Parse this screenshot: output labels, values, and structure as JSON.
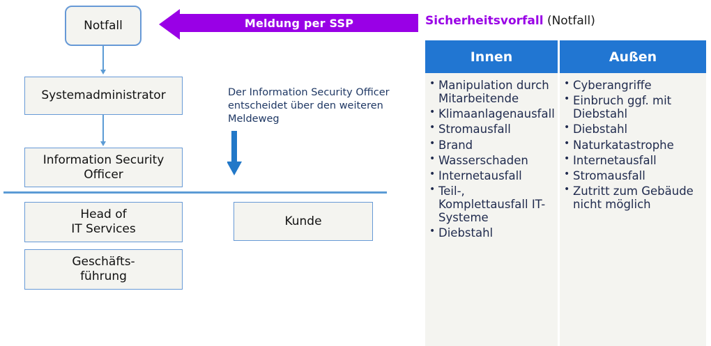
{
  "flowchart": {
    "boxes": [
      {
        "id": "notfall",
        "label": "Notfall"
      },
      {
        "id": "sysadmin",
        "label": "Systemadministrator"
      },
      {
        "id": "iso",
        "label": "Information Security\nOfficer"
      },
      {
        "id": "headofit",
        "label": "Head of\nIT Services"
      },
      {
        "id": "geschaeft",
        "label": "Geschäfts-\nführung"
      },
      {
        "id": "kunde",
        "label": "Kunde"
      }
    ],
    "note": "Der Information Security Officer entscheidet über den weiteren Meldeweg",
    "banner_label": "Meldung per SSP",
    "colors": {
      "box_fill": "#f4f4f0",
      "box_border": "#6699d6",
      "connector": "#5b9bd5",
      "banner": "#9900e6",
      "note_arrow": "#2278c8",
      "note_text": "#1f3864"
    }
  },
  "table": {
    "heading_strong": "Sicherheitsvorfall",
    "heading_rest": " (Notfall)",
    "columns": [
      {
        "header": "Innen",
        "items": [
          "Manipulation durch Mitarbeitende",
          "Klimaanlagenausfall",
          "Stromausfall",
          "Brand",
          "Wasserschaden",
          "Internetausfall",
          "Teil-, Komplettausfall IT-Systeme",
          "Diebstahl"
        ]
      },
      {
        "header": "Außen",
        "items": [
          "Cyberangriffe",
          "Einbruch ggf. mit Diebstahl",
          "Diebstahl",
          "Naturkatastrophe",
          "Internetausfall",
          "Stromausfall",
          "Zutritt zum Gebäude nicht möglich"
        ]
      }
    ],
    "colors": {
      "header_bg": "#2176d2",
      "header_text": "#ffffff",
      "body_bg": "#f4f4f0",
      "body_text": "#1f2a4d",
      "heading_accent": "#9900e6"
    }
  }
}
